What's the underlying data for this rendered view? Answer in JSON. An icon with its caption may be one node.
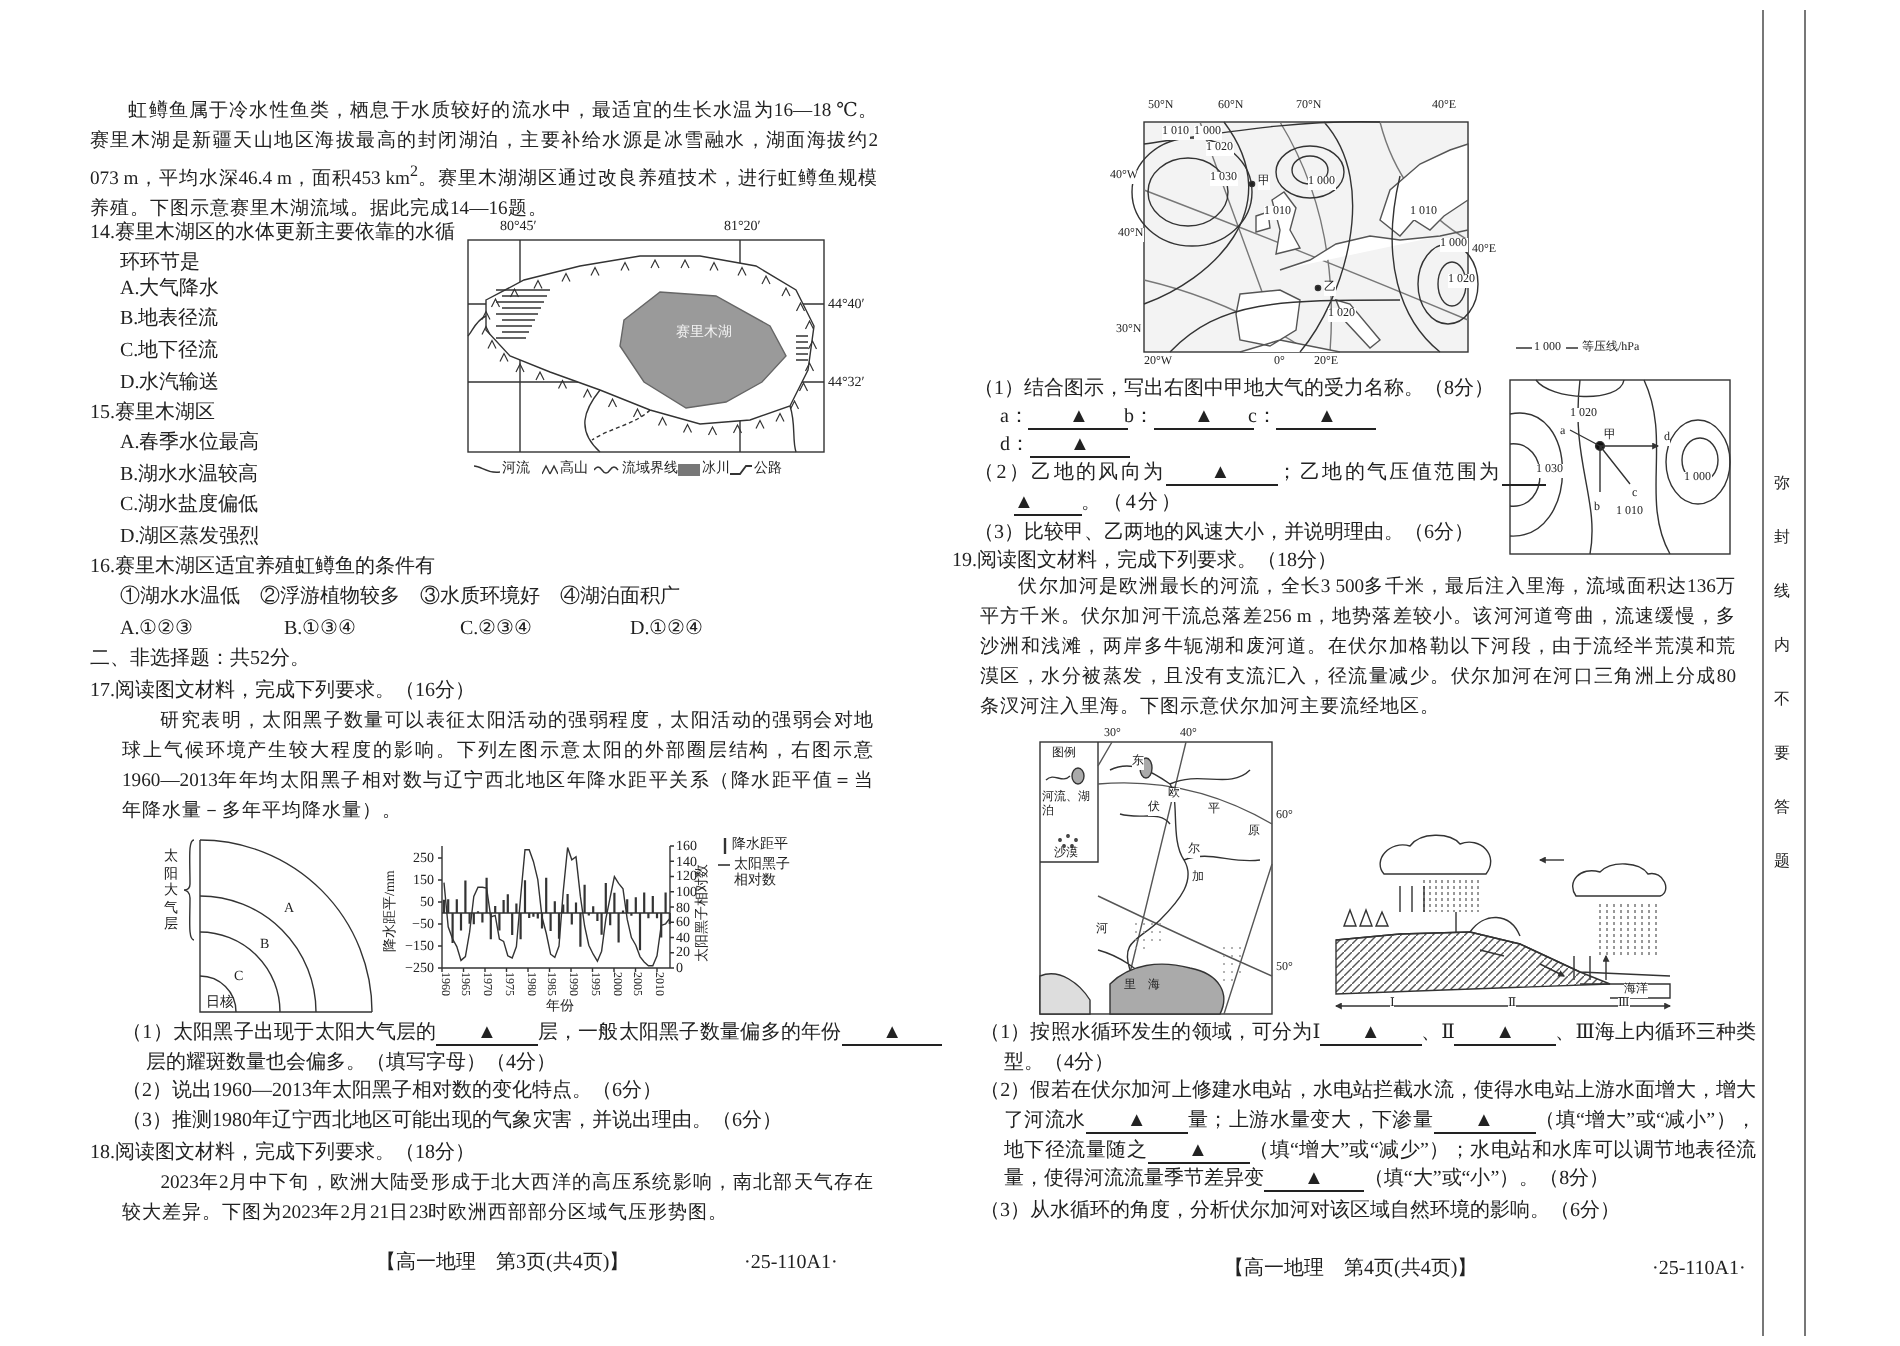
{
  "diagram": {
    "labels": [
      "虹鳟鱼属于冷水性鱼类，栖息于水质较好的流水中，最适宜的生长水温为16—18 ℃。赛里木湖是新疆天山地区海拔最高的封闭湖泊，主要补给水源是冰雪融水，湖面海拔约2 073 m，平均水深46.4 m，面积453 km$^{2}$。赛里木湖湖区通过改良养殖技术，进行虹鳟鱼规模养殖。下图示意赛里木湖流域。据此完成14—16题。",
      "14.赛里木湖区的水体更新主要依靠的水循环环节是",
      "A.大气降水",
      "B.地表径流",
      "C.地下径流",
      "D.水汽输送",
      "15.赛里木湖区",
      "A.春季水位最高",
      "B.湖水水温较高",
      "C.湖水盐度偏低",
      "D.湖区蒸发强烈",
      "16.赛里木湖区适宜养殖虹鳟鱼的条件有",
      "①湖水水温低　②浮游植物较多　③水质环境好　④湖泊面积广",
      "A.①②③",
      "B.①③④",
      "C.②③④",
      "D.①②④",
      "80°45′",
      "81°20′",
      "44°40′",
      "赛里木湖",
      "44°32′",
      "二、非选择题：共52分。",
      "17.阅读图文材料，完成下列要求。（16分）",
      "研究表明，太阳黑子数量可以表征太阳活动的强弱程度，太阳活动的强弱会对地球上气候环境产生较大程度的影响。下列左图示意太阳的外部圈层结构，右图示意1960—2013年年均太阳黑子相对数与辽宁西北地区年降水距平关系（降水距平值＝当年降水量－多年平均降水量）。",
      "太阳大气层",
      "A",
      "B",
      "C",
      "日核",
      "降水距平/mm",
      "250",
      "150",
      "50",
      "−50",
      "−150",
      "−250",
      "160",
      "140",
      "120",
      "100",
      "80",
      "60",
      "40",
      "20",
      "0",
      "太阳黑子相对数",
      "1960",
      "1965",
      "1970",
      "1975",
      "1980",
      "1985",
      "1990",
      "1995",
      "2000",
      "2005",
      "2010",
      "年份",
      "（1）太阳黑子出现于太阳大气层的　　▲　　层，一般太阳黑子数量偏多的年份　　▲　　层的耀斑数量也会偏多。（填写字母）（4分）",
      "（2）说出1960—2013年太阳黑子相对数的变化特点。（6分）",
      "（3）推测1980年辽宁西北地区可能出现的气象灾害，并说出理由。（6分）",
      "18.阅读图文材料，完成下列要求。（18分）",
      "2023年2月中下旬，欧洲大陆受形成于北大西洋的高压系统影响，南北部天气存在较大差异。下图为2023年2月21日23时欧洲西部部分区域气压形势图。",
      "【高一地理　第3页(共4页)】",
      "·25-110A1·",
      "50°N",
      "60°N",
      "70°N",
      "40°E",
      "40°W",
      "40°N",
      "40°E",
      "30°N",
      "20°W",
      "0°",
      "20°E",
      "甲",
      "乙",
      "1 010",
      "1 000",
      "1 020",
      "1 030",
      "1 000",
      "1 010",
      "1 010",
      "1 000",
      "1 020",
      "1 020",
      "1 000",
      "（1）结合图示，写出右图中甲地大气的受力名称。（8分）",
      "a：　　▲　　",
      "b：　　▲　　",
      "c：　　▲　　",
      "d：　　▲　　",
      "（2）乙地的风向为　　▲　　；乙地的气压值范围为　　▲　　。（4分）",
      "（3）比较甲、乙两地的风速大小，并说明理由。（6分）",
      "1 020",
      "a",
      "甲",
      "1 030",
      "d",
      "c",
      "1 000",
      "b",
      "1 010",
      "19.阅读图文材料，完成下列要求。（18分）",
      "伏尔加河是欧洲最长的河流，全长3 500多千米，最后注入里海，流域面积达136万平方千米。伏尔加河干流总落差256 m，地势落差较小。该河河道弯曲，流速缓慢，多沙洲和浅滩，两岸多牛轭湖和废河道。在伏尔加格勒以下河段，由于流经半荒漠和荒漠区，水分被蒸发，且没有支流汇入，径流量减少。伏尔加河在河口三角洲上分成80条汊河注入里海。下图示意伏尔加河主要流经地区。",
      "30°",
      "40°",
      "图例",
      "东",
      "欧",
      "伏",
      "平",
      "原",
      "60°",
      "尔",
      "加",
      "河",
      "里",
      "海",
      "50°",
      "海洋",
      "Ⅰ",
      "Ⅱ",
      "Ⅲ",
      "（1）按照水循环发生的领域，可分为Ⅰ　　▲　　、Ⅱ　　▲　　、Ⅲ海上内循环三种类型。（4分）",
      "（2）假若在伏尔加河上修建水电站，水电站拦截水流，使得水电站上游水面增大，增大了河流水　　▲　　量；上游水量变大，下渗量　　▲　　（填“增大”或“减小”），地下径流量随之　　▲　　（填“增大”或“减少”）；水电站和水库可以调节地表径流量，使得河流流量季节差异变　　▲　　（填“大”或“小”）。（8分）",
      "（3）从水循环的角度，分析伏尔加河对该区域自然环境的影响。（6分）",
      "【高一地理　第4页(共4页)】",
      "·25-110A1·",
      "弥封线内不要答题"
    ],
    "legend": [
      {
        "text": "河流"
      },
      {
        "text": "高山"
      },
      {
        "text": "流域界线"
      },
      {
        "text": "冰川"
      },
      {
        "text": "公路"
      },
      {
        "text": "降水距平"
      },
      {
        "text": "太阳黑子相对数"
      },
      {
        "text": "等压线/hPa"
      },
      {
        "text": "河流、湖泊"
      },
      {
        "text": "沙漠"
      }
    ]
  }
}
